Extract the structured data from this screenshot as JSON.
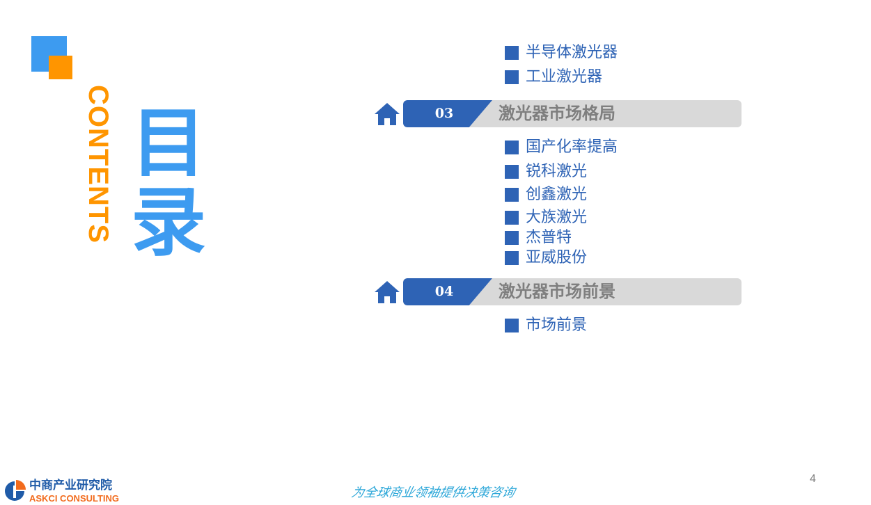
{
  "sidebar": {
    "contents_label": "CONTENTS",
    "title": "目录"
  },
  "section2_items": [
    {
      "label": "半导体激光器"
    },
    {
      "label": "工业激光器"
    }
  ],
  "sections": [
    {
      "number": "03",
      "title": "激光器市场格局"
    },
    {
      "number": "04",
      "title": "激光器市场前景"
    }
  ],
  "section3_items": [
    {
      "label": "国产化率提高"
    },
    {
      "label": "锐科激光"
    },
    {
      "label": "创鑫激光"
    },
    {
      "label": "大族激光"
    },
    {
      "label": "杰普特"
    },
    {
      "label": "亚威股份"
    }
  ],
  "section4_items": [
    {
      "label": "市场前景"
    }
  ],
  "footer": {
    "logo_cn": "中商产业研究院",
    "logo_en": "ASKCI CONSULTING",
    "slogan": "为全球商业领袖提供决策咨询",
    "page_number": "4"
  },
  "colors": {
    "accent_blue": "#2e63b5",
    "light_blue": "#3d9bf0",
    "orange": "#ff9500",
    "section_bg": "#d9d9d9",
    "section_title": "#7f7f7f"
  },
  "icons": [
    "home-icon",
    "askci-logo-icon"
  ]
}
